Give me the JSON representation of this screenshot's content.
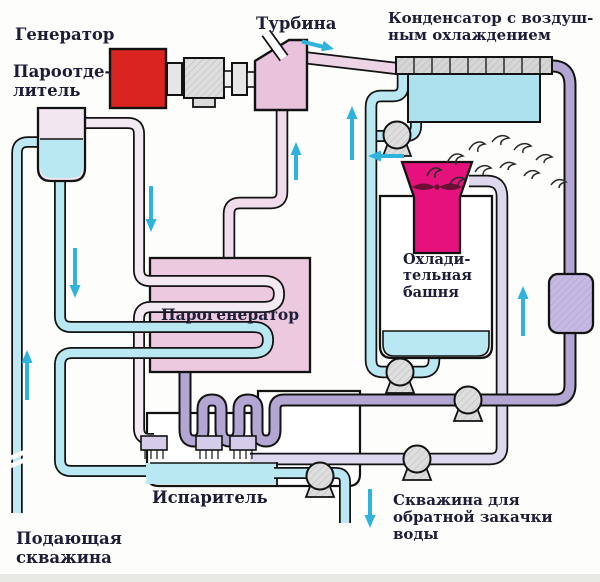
{
  "diagram": {
    "labels": {
      "generator": {
        "lines": [
          "Генератор"
        ]
      },
      "separator": {
        "lines": [
          "Пароотде-",
          "литель"
        ]
      },
      "turbine": {
        "lines": [
          "Турбина"
        ]
      },
      "condenser": {
        "lines": [
          "Конденсатор с воздуш-",
          "ным охлаждением"
        ]
      },
      "steam_generator": {
        "lines": [
          "Парогенератор"
        ]
      },
      "cooling_tower": {
        "lines": [
          "Охлади-",
          "тельная",
          "башня"
        ]
      },
      "evaporator": {
        "lines": [
          "Испаритель"
        ]
      },
      "supply_well": {
        "lines": [
          "Подающая",
          "скважина"
        ]
      },
      "reinjection_well": {
        "lines": [
          "Скважина для",
          "обратной закачки",
          "воды"
        ]
      }
    },
    "colors": {
      "water_cyan": "#b9e8f2",
      "condenser_cyan": "#abe2ee",
      "steam_pale": "#f3e9f2",
      "vapor_pink": "#ecd3e6",
      "vessel_pink": "#edc9e0",
      "turbine_pink": "#e9c3dc",
      "working_fluid_purple": "#b3a6d2",
      "drain_lavender": "#ded8ee",
      "device_purple": "#c6b9e2",
      "generator_red": "#da2420",
      "fan_magenta": "#e5127d",
      "arrow_cyan": "#2fb3dc",
      "outline": "#121212",
      "label_ink": "#1d1d38"
    },
    "flow_arrows": [
      "down-on-separator-steam-line",
      "down-on-separator-water-line",
      "up-at-supply-well",
      "up-at-cooling-riser",
      "left-at-condensate-pump",
      "right-at-turbine-exhaust",
      "up-at-tower-feed-pipe",
      "down-at-reinjection-well",
      "up-at-turbine-inlet"
    ]
  }
}
